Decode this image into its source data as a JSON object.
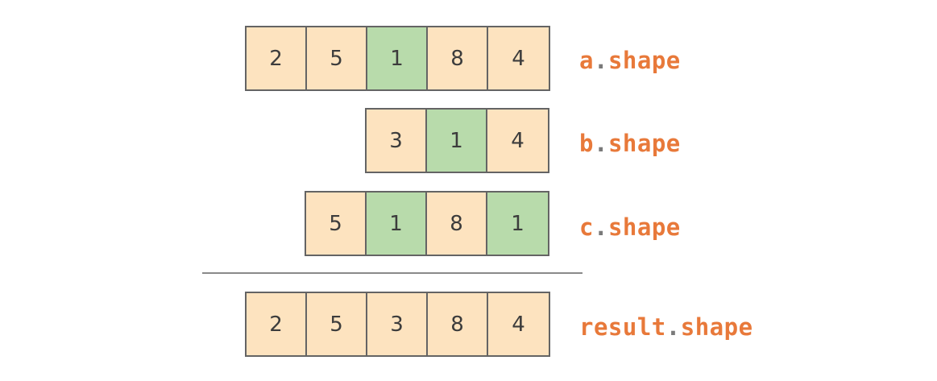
{
  "rows": [
    {
      "id": "a",
      "label": {
        "name": "a",
        "dot": ".",
        "attr": "shape"
      },
      "cells": [
        {
          "value": "2",
          "color": "orange"
        },
        {
          "value": "5",
          "color": "orange"
        },
        {
          "value": "1",
          "color": "green"
        },
        {
          "value": "8",
          "color": "orange"
        },
        {
          "value": "4",
          "color": "orange"
        }
      ]
    },
    {
      "id": "b",
      "label": {
        "name": "b",
        "dot": ".",
        "attr": "shape"
      },
      "cells": [
        {
          "value": "3",
          "color": "orange"
        },
        {
          "value": "1",
          "color": "green"
        },
        {
          "value": "4",
          "color": "orange"
        }
      ]
    },
    {
      "id": "c",
      "label": {
        "name": "c",
        "dot": ".",
        "attr": "shape"
      },
      "cells": [
        {
          "value": "5",
          "color": "orange"
        },
        {
          "value": "1",
          "color": "green"
        },
        {
          "value": "8",
          "color": "orange"
        },
        {
          "value": "1",
          "color": "green"
        }
      ]
    },
    {
      "id": "result",
      "label": {
        "name": "result",
        "dot": ".",
        "attr": "shape"
      },
      "cells": [
        {
          "value": "2",
          "color": "orange"
        },
        {
          "value": "5",
          "color": "orange"
        },
        {
          "value": "3",
          "color": "orange"
        },
        {
          "value": "8",
          "color": "orange"
        },
        {
          "value": "4",
          "color": "orange"
        }
      ]
    }
  ],
  "colors": {
    "orange": "#fde3bf",
    "green": "#b8dbab",
    "label": "#e8793a",
    "border": "#646464"
  }
}
